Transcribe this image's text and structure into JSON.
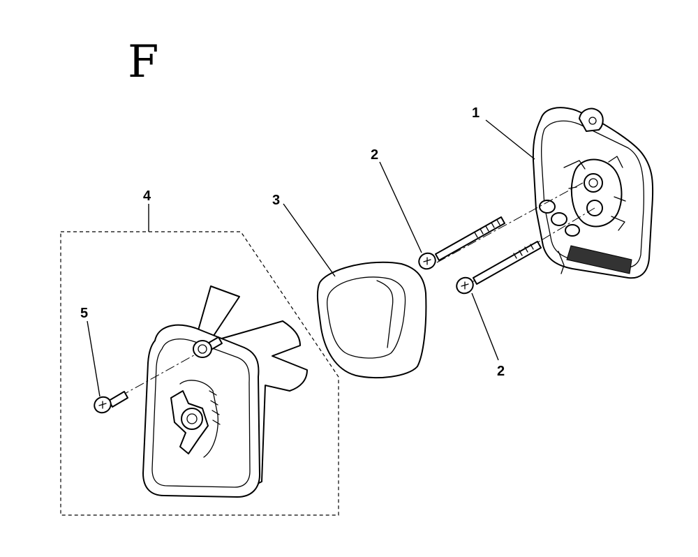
{
  "sheet": {
    "letter": "F"
  },
  "callouts": [
    {
      "id": "part-1",
      "label": "1"
    },
    {
      "id": "part-2-upper",
      "label": "2"
    },
    {
      "id": "part-2-lower",
      "label": "2"
    },
    {
      "id": "part-3",
      "label": "3"
    },
    {
      "id": "part-4",
      "label": "4"
    },
    {
      "id": "part-5",
      "label": "5"
    }
  ]
}
